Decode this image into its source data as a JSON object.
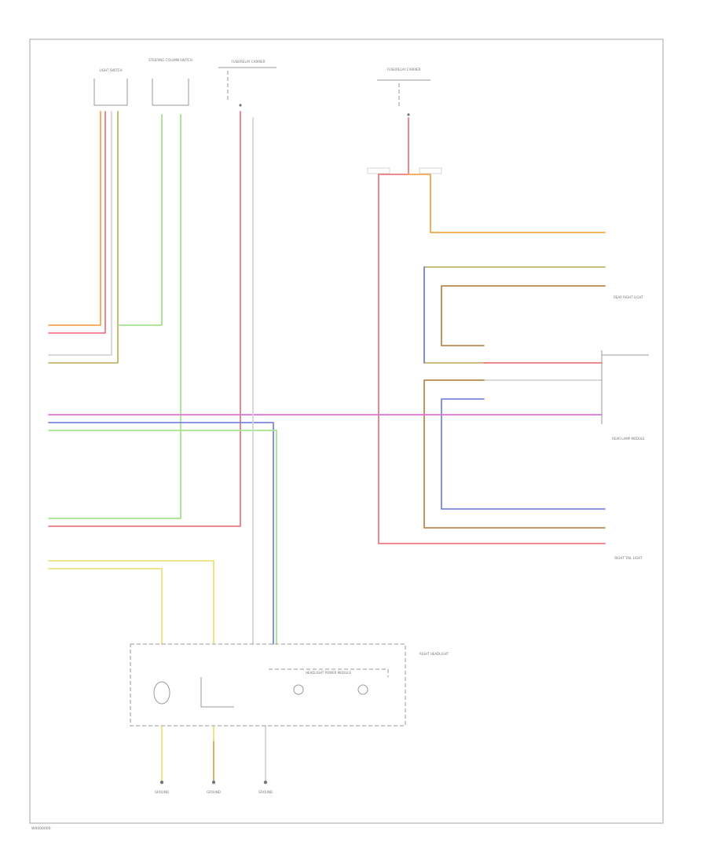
{
  "diagram": {
    "footer_code": "W0000000",
    "colors": {
      "orange": "#f5a64a",
      "red": "#f07880",
      "green": "#a8e28c",
      "olive": "#c4b46a",
      "violet": "#e070e0",
      "blue": "#7a86e0",
      "yellow": "#efe27a",
      "white": "#d4d4d4",
      "brown": "#b88a50"
    },
    "components": {
      "light_switch": "LIGHT SWITCH",
      "steering_column": "STEERING COLUMN SWITCH",
      "fuse_block_left": "FUSE/RELAY CARRIER",
      "fuse_block_right": "FUSE/RELAY CARRIER",
      "right_headlight": "RIGHT HEADLIGHT",
      "rear_right_light": "REAR RIGHT LIGHT",
      "right_tail_light": "RIGHT TAIL LIGHT",
      "rear_lamp_module": "REAR LAMP MODULE",
      "headlight_module": "HEADLIGHT POWER MODULE",
      "ground_1": "GROUND",
      "ground_2": "GROUND",
      "ground_3": "GROUND"
    }
  }
}
